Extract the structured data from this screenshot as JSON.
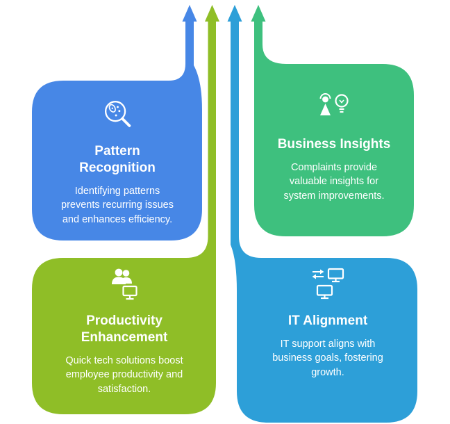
{
  "colors": {
    "blue": "#4787E6",
    "emerald": "#3EC07E",
    "olive": "#8FBE27",
    "teal": "#2D9FD8"
  },
  "cards": [
    {
      "id": "pattern-recognition",
      "icon": "fingerprint-magnifier-icon",
      "title": "Pattern\nRecognition",
      "description": "Identifying patterns\nprevents recurring issues\nand enhances efficiency."
    },
    {
      "id": "business-insights",
      "icon": "person-lightbulb-icon",
      "title": "Business Insights",
      "description": "Complaints provide\nvaluable insights for\nsystem improvements."
    },
    {
      "id": "productivity-enhancement",
      "icon": "team-monitor-icon",
      "title": "Productivity\nEnhancement",
      "description": "Quick tech solutions boost\nemployee productivity and\nsatisfaction."
    },
    {
      "id": "it-alignment",
      "icon": "sync-monitors-icon",
      "title": "IT Alignment",
      "description": "IT support aligns with\nbusiness goals, fostering\ngrowth."
    }
  ]
}
